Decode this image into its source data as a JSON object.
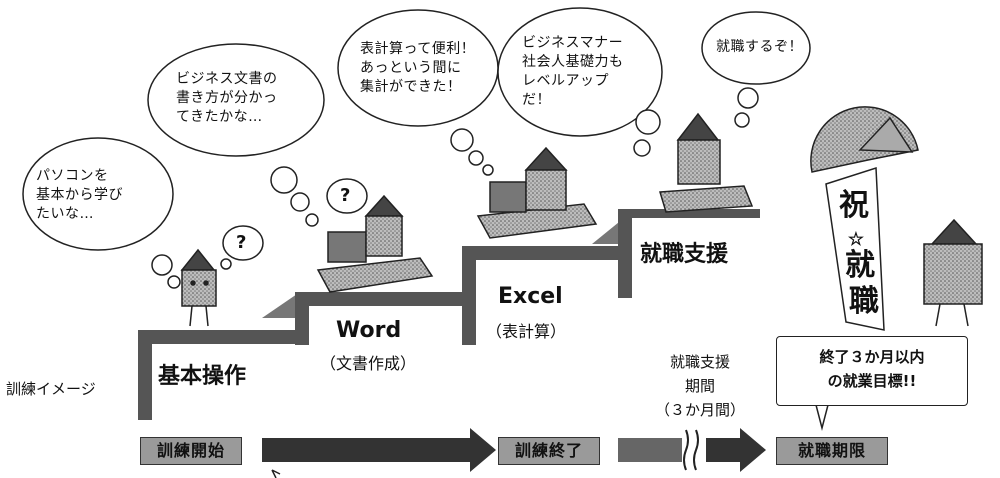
{
  "bubbles": {
    "pc": "パソコンを\n基本から学び\nたいな…",
    "word": "ビジネス文書の\n書き方が分かっ\nてきたかな…",
    "excel": "表計算って便利！\nあっという間に\n集計ができた！",
    "manner": "ビジネスマナー\n社会人基礎力も\nレベルアップ\nだ！",
    "job": "就職するぞ！"
  },
  "question_mark": "?",
  "steps": {
    "basic": "基本操作",
    "word_title": "Word",
    "word_sub": "（文書作成）",
    "excel_title": "Excel",
    "excel_sub": "（表計算）",
    "support": "就職支援"
  },
  "side_label": "訓練イメージ",
  "timeline": {
    "start": "訓練開始",
    "end": "訓練終了",
    "deadline": "就職期限"
  },
  "support_period": "就職支援\n期間\n（３か月間）",
  "goal": "終了３か月以内\nの就業目標!!",
  "banner": [
    "祝",
    "☆",
    "就",
    "職"
  ]
}
